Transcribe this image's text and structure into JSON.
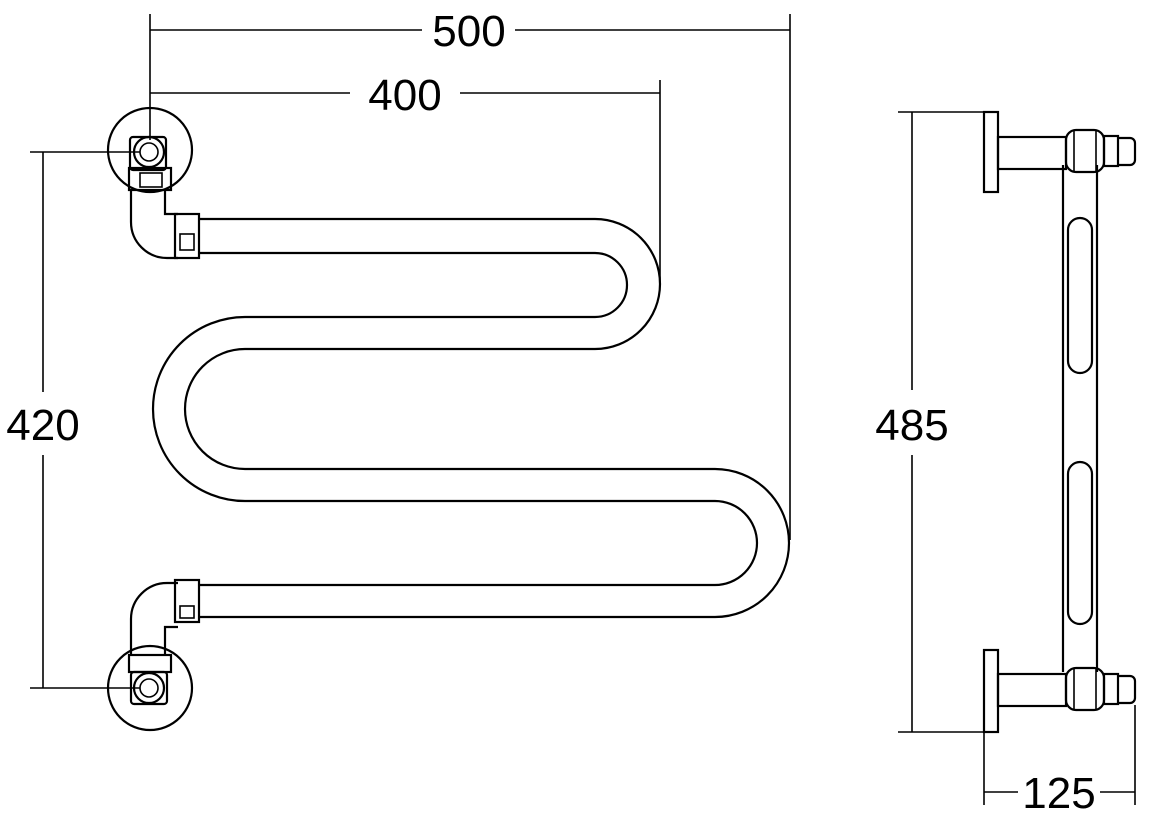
{
  "drawing": {
    "dimensions": {
      "overall_width": "500",
      "inner_width": "400",
      "left_height": "420",
      "side_height": "485",
      "depth": "125"
    },
    "colors": {
      "line": "#000000",
      "background": "#ffffff"
    }
  }
}
